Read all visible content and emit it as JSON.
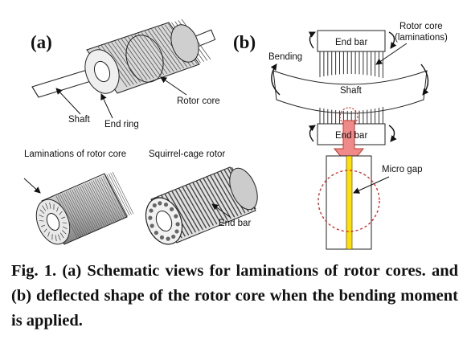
{
  "figure": {
    "panel_a": "(a)",
    "panel_b": "(b)",
    "labels_a": {
      "shaft": "Shaft",
      "end_ring": "End ring",
      "rotor_core": "Rotor core",
      "laminations": "Laminations of rotor core",
      "squirrel_cage": "Squirrel-cage rotor",
      "end_bar": "End bar"
    },
    "labels_b": {
      "end_bar_top": "End bar",
      "rotor_core_line1": "Rotor core",
      "rotor_core_line2": "(laminations)",
      "bending": "Bending",
      "shaft": "Shaft",
      "end_bar_bottom": "End bar",
      "micro_gap": "Micro gap"
    },
    "colors": {
      "arrow_fill": "#f08a8a",
      "arrow_stroke": "#c0392b",
      "gap_yellow": "#ffe000",
      "dashed_red": "#d42a2a"
    }
  },
  "caption": "Fig. 1. (a) Schematic views for laminations of rotor cores. and (b) deflected shape of the rotor core when the bending moment is applied."
}
